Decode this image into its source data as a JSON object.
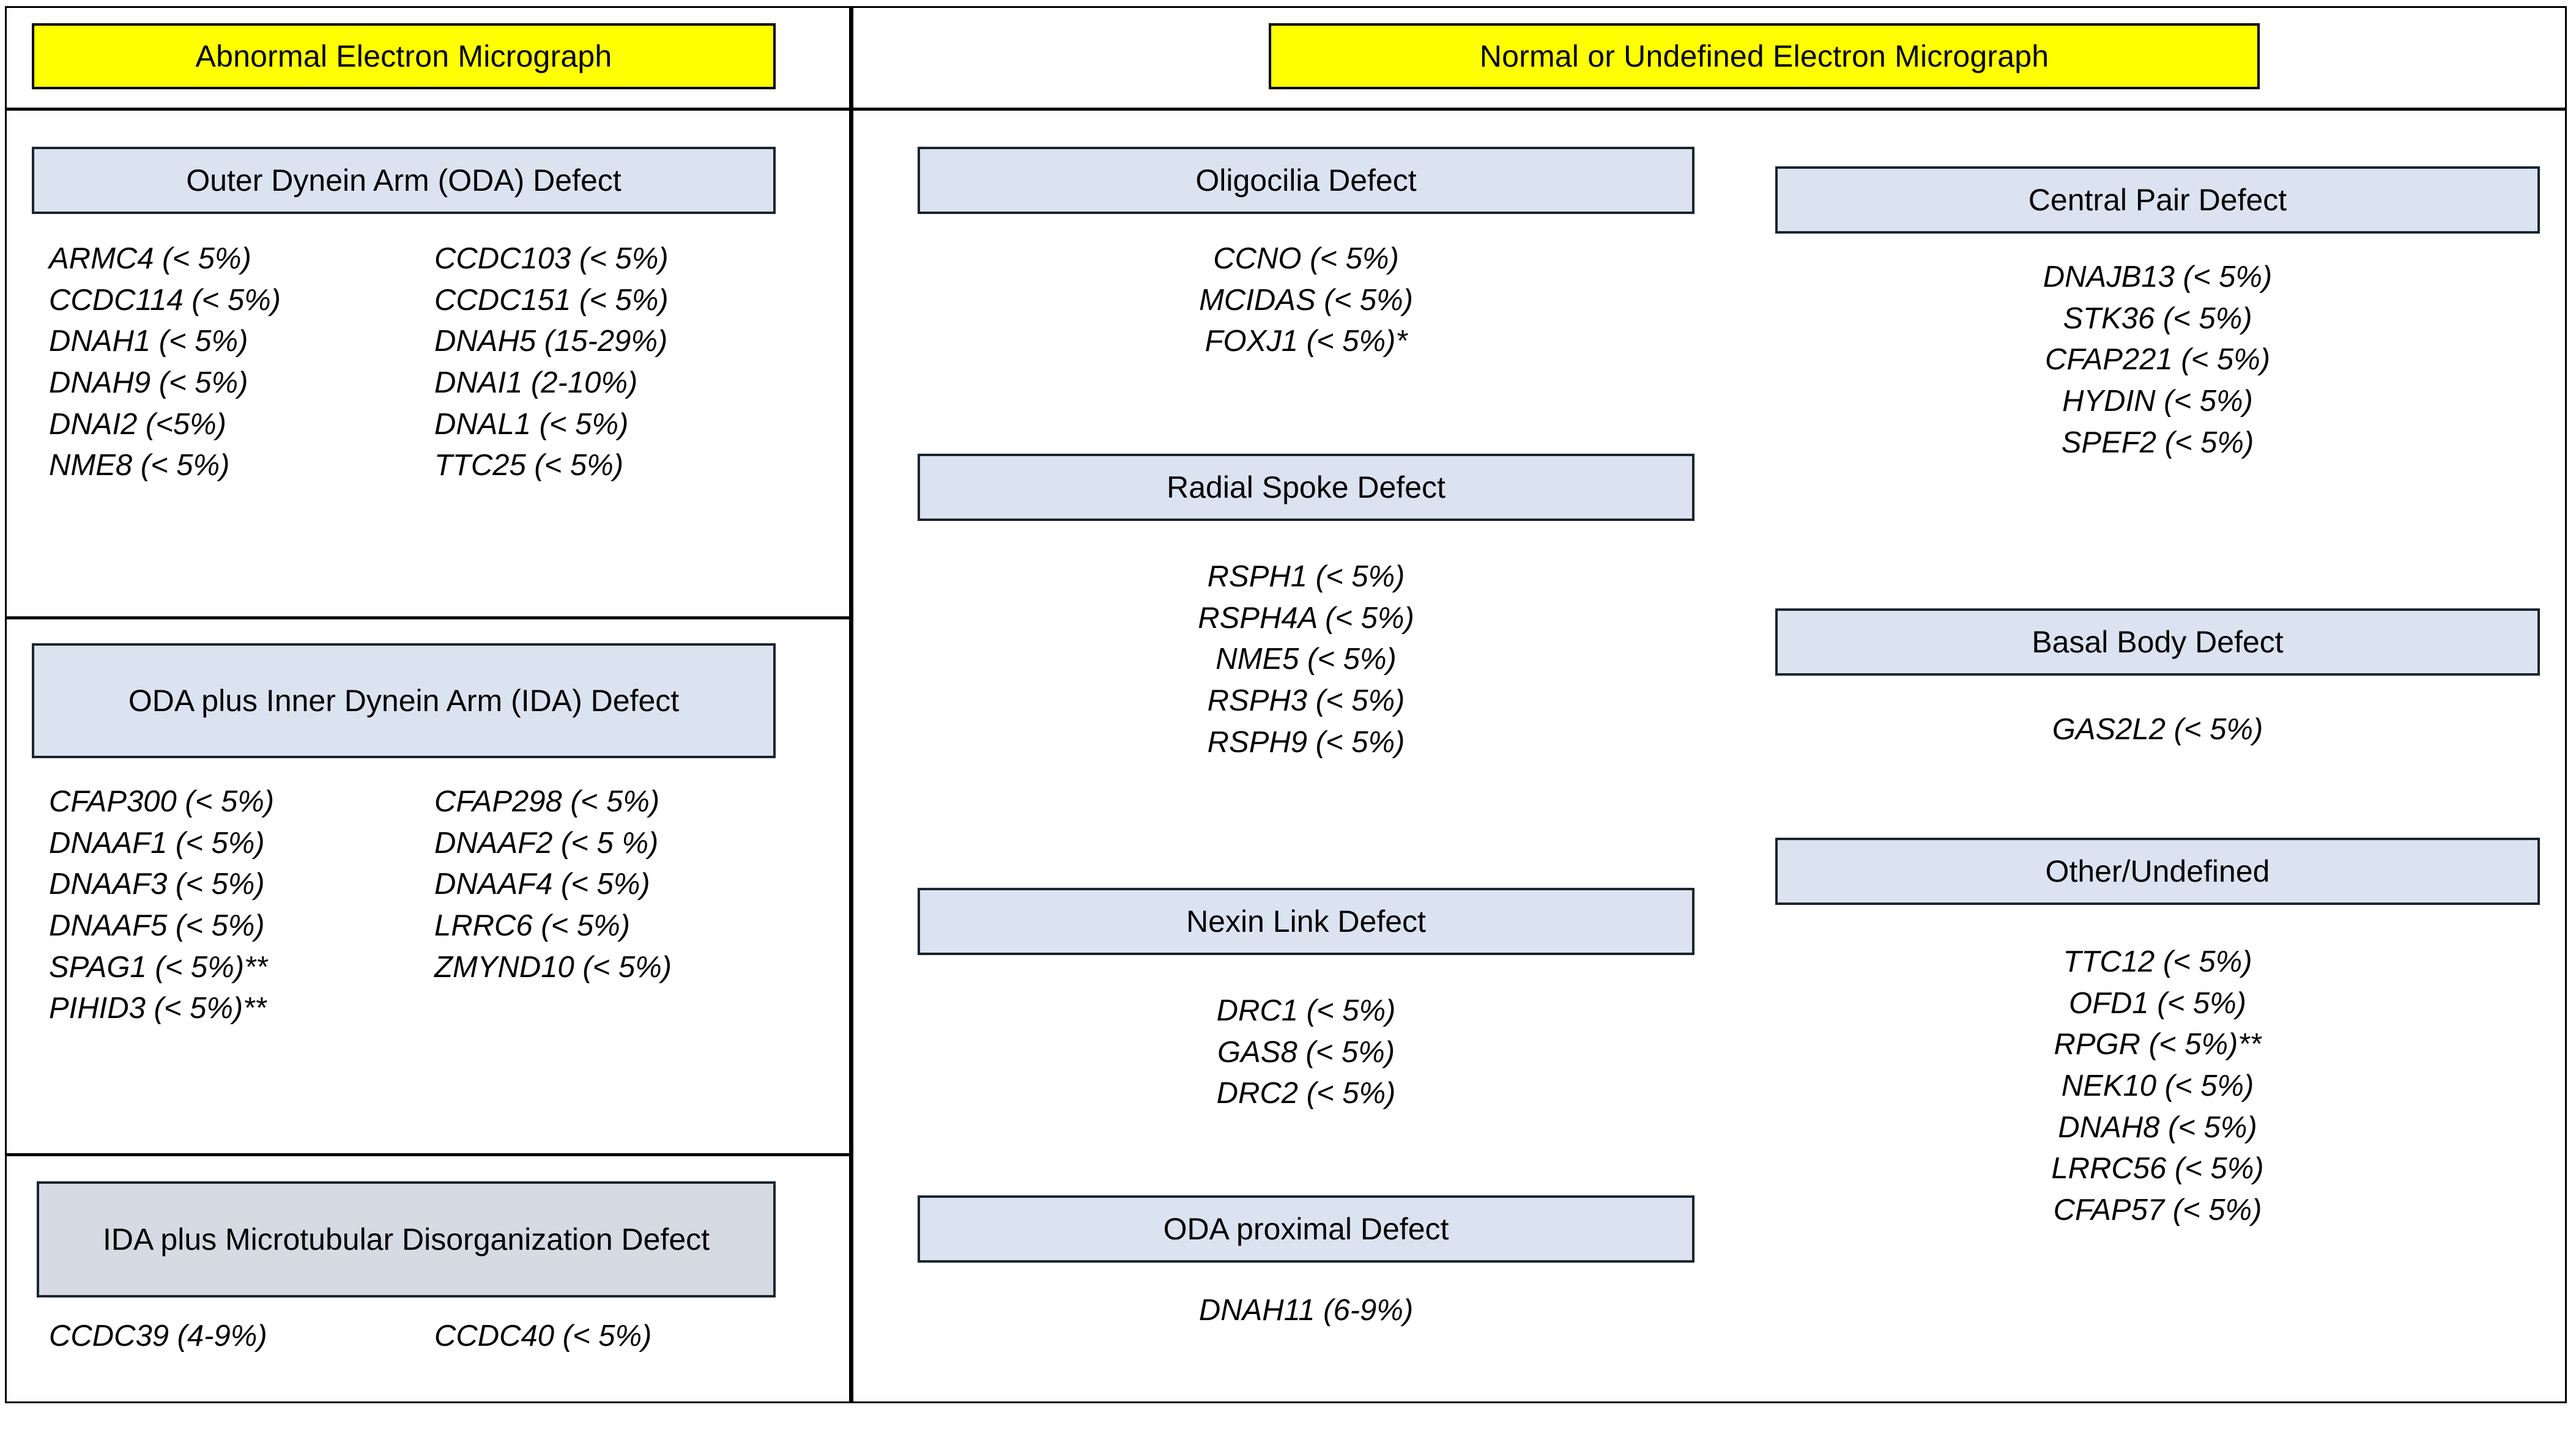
{
  "colors": {
    "banner_bg": "#ffff00",
    "header_bg": "#dbe3f1",
    "header_bg_gray": "#d6dae3",
    "border": "#000000"
  },
  "banners": {
    "abnormal": "Abnormal Electron Micrograph",
    "normal": "Normal or Undefined Electron Micrograph"
  },
  "sections": {
    "oda": {
      "title": "Outer Dynein Arm (ODA) Defect",
      "left": [
        "ARMC4 (< 5%)",
        "CCDC114 (< 5%)",
        "DNAH1 (< 5%)",
        "DNAH9 (< 5%)",
        "DNAI2 (<5%)",
        "NME8 (< 5%)"
      ],
      "right": [
        "CCDC103 (< 5%)",
        "CCDC151 (< 5%)",
        "DNAH5 (15-29%)",
        "DNAI1 (2-10%)",
        "DNAL1 (< 5%)",
        "TTC25  (< 5%)"
      ]
    },
    "oda_ida": {
      "title": "ODA plus Inner Dynein Arm (IDA) Defect",
      "left": [
        "CFAP300 (< 5%)",
        "DNAAF1 (< 5%)",
        "DNAAF3 (< 5%)",
        "DNAAF5 (< 5%)",
        "SPAG1 (< 5%)**",
        "PIHID3 (< 5%)**"
      ],
      "right": [
        "CFAP298 (< 5%)",
        "DNAAF2 (< 5 %)",
        "DNAAF4 (< 5%)",
        "LRRC6 (< 5%)",
        "ZMYND10 (< 5%)",
        ""
      ]
    },
    "ida_micro": {
      "title": "IDA plus Microtubular Disorganization Defect",
      "left": [
        "CCDC39 (4-9%)"
      ],
      "right": [
        "CCDC40 (< 5%)"
      ]
    },
    "oligocilia": {
      "title": "Oligocilia Defect",
      "genes": [
        "CCNO (< 5%)",
        "MCIDAS (< 5%)",
        "FOXJ1 (< 5%)*"
      ]
    },
    "radial_spoke": {
      "title": "Radial Spoke Defect",
      "genes": [
        "RSPH1 (< 5%)",
        "RSPH4A (< 5%)",
        "NME5 (< 5%)",
        "RSPH3 (< 5%)",
        "RSPH9 (< 5%)"
      ]
    },
    "nexin_link": {
      "title": "Nexin Link Defect",
      "genes": [
        "DRC1 (< 5%)",
        "GAS8 (< 5%)",
        "DRC2 (< 5%)"
      ]
    },
    "oda_proximal": {
      "title": "ODA proximal Defect",
      "genes": [
        "DNAH11 (6-9%)"
      ]
    },
    "central_pair": {
      "title": "Central Pair Defect",
      "genes": [
        "DNAJB13 (< 5%)",
        "STK36 (< 5%)",
        "CFAP221 (< 5%)",
        "HYDIN (< 5%)",
        "SPEF2 (< 5%)"
      ]
    },
    "basal_body": {
      "title": "Basal Body Defect",
      "genes": [
        "GAS2L2 (< 5%)"
      ]
    },
    "other_undefined": {
      "title": "Other/Undefined",
      "genes": [
        "TTC12 (< 5%)",
        "OFD1 (< 5%)",
        "RPGR (< 5%)**",
        "NEK10 (< 5%)",
        "DNAH8 (< 5%)",
        "LRRC56 (< 5%)",
        "CFAP57 (< 5%)"
      ]
    }
  }
}
